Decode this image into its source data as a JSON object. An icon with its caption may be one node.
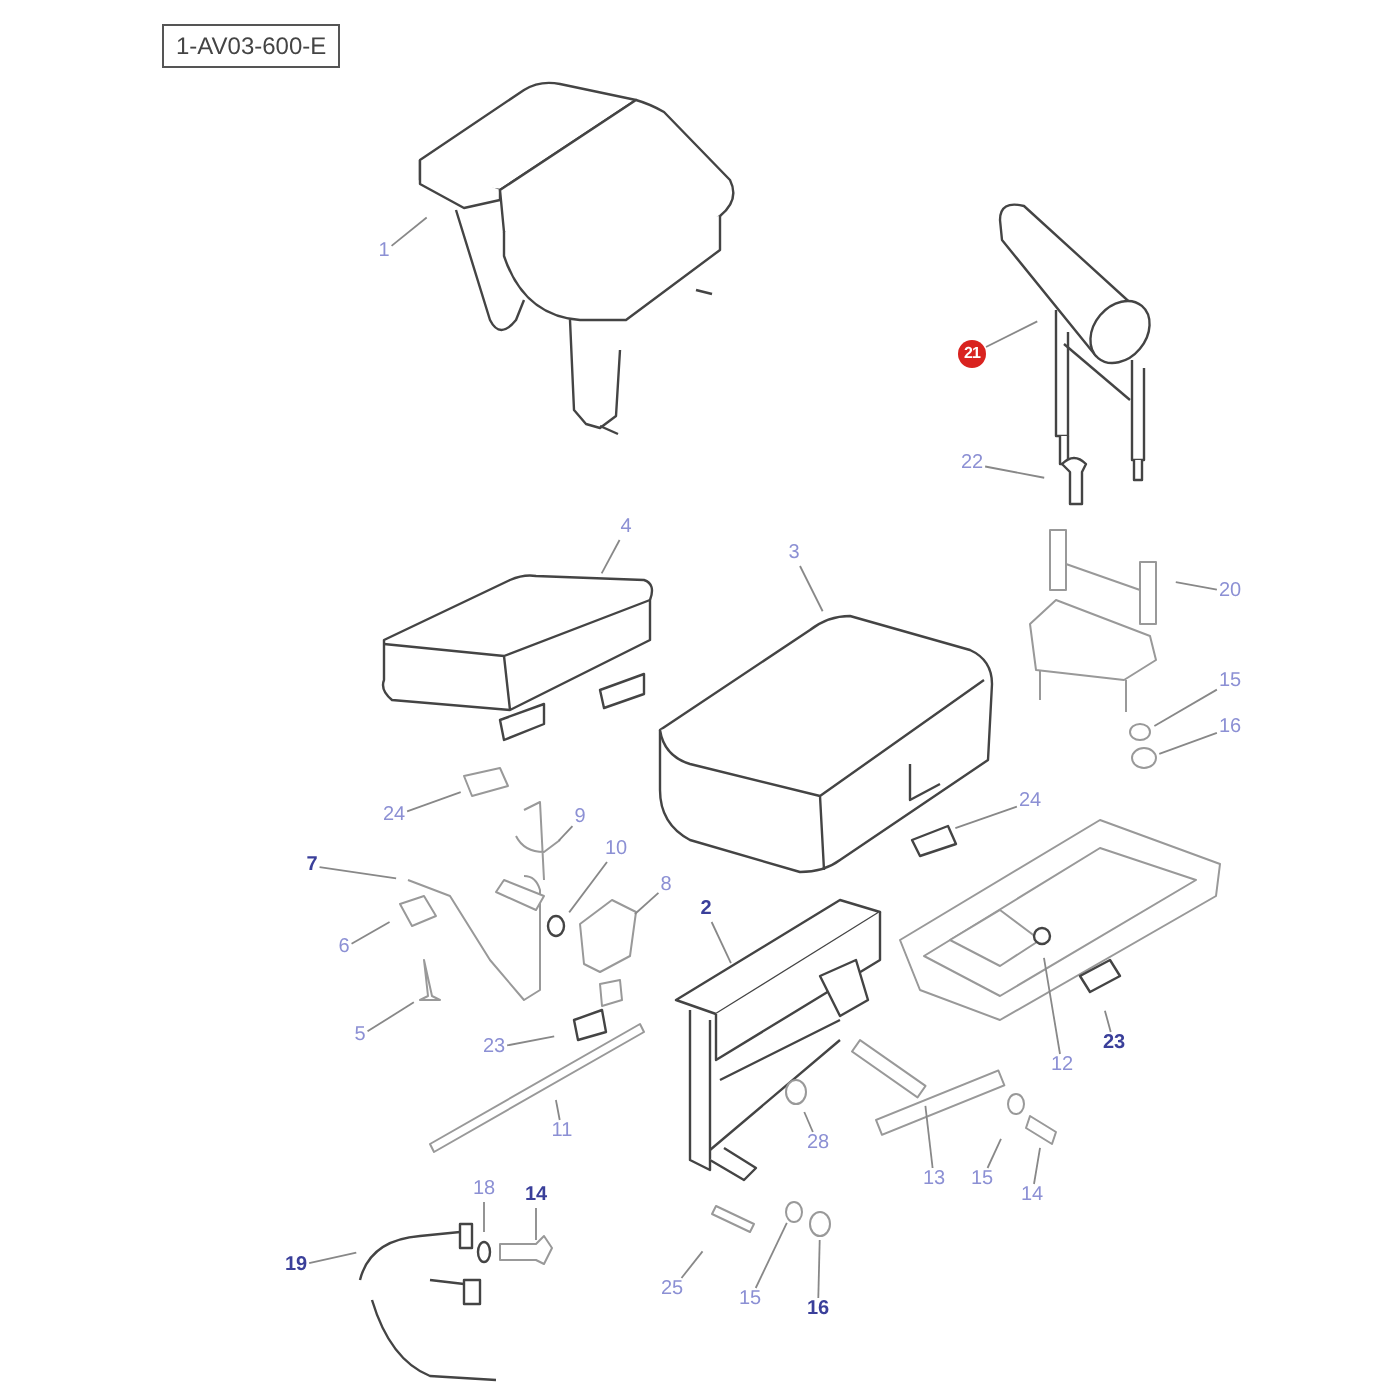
{
  "diagram": {
    "nodes": [
      {
        "text": [
          "1-AV03-600-E"
        ]
      },
      {
        "text": [
          "1"
        ]
      },
      {
        "text": [
          "21"
        ]
      },
      {
        "text": [
          "22"
        ]
      },
      {
        "text": [
          "4"
        ]
      },
      {
        "text": [
          "3"
        ]
      },
      {
        "text": [
          "20"
        ]
      },
      {
        "text": [
          "15"
        ]
      },
      {
        "text": [
          "16"
        ]
      },
      {
        "text": [
          "24"
        ]
      },
      {
        "text": [
          "24"
        ]
      },
      {
        "text": [
          "9"
        ]
      },
      {
        "text": [
          "7"
        ]
      },
      {
        "text": [
          "10"
        ]
      },
      {
        "text": [
          "8"
        ]
      },
      {
        "text": [
          "2"
        ]
      },
      {
        "text": [
          "6"
        ]
      },
      {
        "text": [
          "5"
        ]
      },
      {
        "text": [
          "23"
        ]
      },
      {
        "text": [
          "23"
        ]
      },
      {
        "text": [
          "12"
        ]
      },
      {
        "text": [
          "11"
        ]
      },
      {
        "text": [
          "28"
        ]
      },
      {
        "text": [
          "13"
        ]
      },
      {
        "text": [
          "15"
        ]
      },
      {
        "text": [
          "14"
        ]
      },
      {
        "text": [
          "18"
        ]
      },
      {
        "text": [
          "14"
        ]
      },
      {
        "text": [
          "19"
        ]
      },
      {
        "text": [
          "25"
        ]
      },
      {
        "text": [
          "15"
        ]
      },
      {
        "text": [
          "16"
        ]
      }
    ],
    "edges": [
      {
        "from": 1,
        "to": null,
        "arrow": "none"
      },
      {
        "from": 2,
        "to": null,
        "arrow": "none"
      },
      {
        "from": 3,
        "to": null,
        "arrow": "none"
      },
      {
        "from": 4,
        "to": null,
        "arrow": "none"
      },
      {
        "from": 5,
        "to": null,
        "arrow": "none"
      },
      {
        "from": 6,
        "to": null,
        "arrow": "none"
      },
      {
        "from": 7,
        "to": null,
        "arrow": "none"
      },
      {
        "from": 8,
        "to": null,
        "arrow": "none"
      },
      {
        "from": 9,
        "to": null,
        "arrow": "none"
      },
      {
        "from": 10,
        "to": null,
        "arrow": "none"
      },
      {
        "from": 11,
        "to": null,
        "arrow": "none"
      },
      {
        "from": 12,
        "to": null,
        "arrow": "none"
      },
      {
        "from": 13,
        "to": null,
        "arrow": "none"
      },
      {
        "from": 14,
        "to": null,
        "arrow": "none"
      },
      {
        "from": 15,
        "to": null,
        "arrow": "none"
      },
      {
        "from": 16,
        "to": null,
        "arrow": "none"
      },
      {
        "from": 17,
        "to": null,
        "arrow": "none"
      },
      {
        "from": 18,
        "to": null,
        "arrow": "none"
      },
      {
        "from": 19,
        "to": null,
        "arrow": "none"
      },
      {
        "from": 20,
        "to": null,
        "arrow": "none"
      },
      {
        "from": 21,
        "to": null,
        "arrow": "none"
      },
      {
        "from": 22,
        "to": null,
        "arrow": "none"
      },
      {
        "from": 23,
        "to": null,
        "arrow": "none"
      },
      {
        "from": 24,
        "to": null,
        "arrow": "none"
      },
      {
        "from": 25,
        "to": null,
        "arrow": "none"
      },
      {
        "from": 26,
        "to": null,
        "arrow": "none"
      },
      {
        "from": 27,
        "to": null,
        "arrow": "none"
      },
      {
        "from": 28,
        "to": null,
        "arrow": "none"
      },
      {
        "from": 29,
        "to": null,
        "arrow": "none"
      },
      {
        "from": 30,
        "to": null,
        "arrow": "none"
      },
      {
        "from": 31,
        "to": null,
        "arrow": "none"
      }
    ]
  }
}
